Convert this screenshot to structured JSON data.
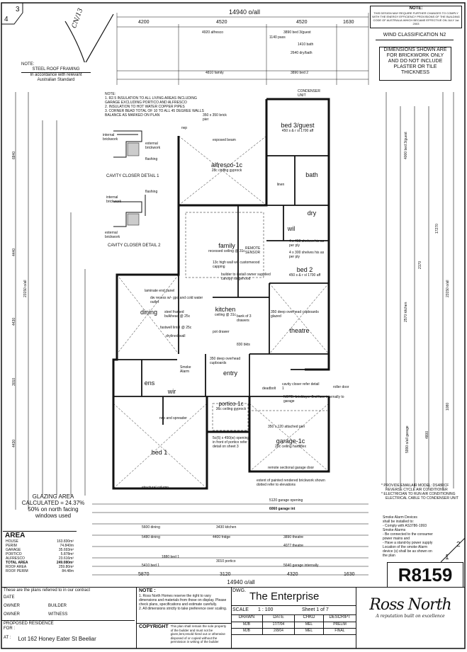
{
  "sheet_corner": {
    "left": "4",
    "right": "3"
  },
  "overall": {
    "top_width": "14940 o/all",
    "bottom_width": "14940 o/all",
    "left_height": "23150 o/all",
    "right_height": "23150 o/all",
    "right_mid": "17270"
  },
  "top_dims": [
    "4200",
    "4520",
    "4520",
    "1630"
  ],
  "top_labels": [
    "4920 alfresco",
    "3890 bed 3/guest",
    "2640 dry/bath",
    "4810 family",
    "3890 bed 2",
    "1410 bath",
    "1140 pass"
  ],
  "bottom_dims": [
    "5870",
    "3120",
    "4320",
    "1630"
  ],
  "bottom_labels": [
    "5120 garage opening",
    "6060 garage int",
    "5600 dining",
    "3430 kitchen",
    "5480 dining",
    "4400 fridge",
    "3890 theatre",
    "4077 theatre",
    "5410 bed 1",
    "3010 portico",
    "5640 garage internally",
    "1880 bed 1"
  ],
  "note_top": {
    "title": "NOTE:",
    "text": "THIS DESIGN MAY REQUIRE FURTHER CHANGES TO COMPLY WITH THE ENERGY EFFICIENCY PROVISIONS OF THE BUILDING CODE OF AUSTRALIA WHICH BECAME EFFECTIVE ON JULY 1st 2003"
  },
  "wind": "WIND CLASSIFICATION N2",
  "dims_note": [
    "DIMENSIONS SHOWN ARE",
    "FOR BRICKWORK ONLY",
    "AND DO NOT INCLUDE",
    "PLASTER OR TILE THICKNESS"
  ],
  "roof_note": {
    "title": "NOTE:",
    "line1": "STEEL ROOF FRAMING",
    "line2": "In accordance with relevant",
    "line3": "Australian Standard"
  },
  "insulation_note": {
    "title": "NOTE:",
    "items": [
      "1. R2.5 INSULATION TO ALL LIVING AREAS INCLUDING GARAGE EXCLUDING PORTICO AND ALFRESCO",
      "2. INSULATION TO HOT WATER COPPER PIPES",
      "3. CORNER BEAD TOTAL OF 10 TO ALL 45 DEGREE WALLS BALANCE AS MARKED ON PLAN"
    ]
  },
  "details": [
    {
      "title": "CAVITY CLOSER DETAIL 1",
      "labels": [
        "internal brickwork",
        "external brickwork",
        "flashing"
      ]
    },
    {
      "title": "CAVITY CLOSER DETAIL 2",
      "labels": [
        "internal brickwork",
        "flashing",
        "external brickwork"
      ]
    }
  ],
  "rooms": {
    "alfresco": {
      "name": "alfresco-1c",
      "sub": "28c ceiling gyprock"
    },
    "bed3": {
      "name": "bed 3/guest",
      "sub": "450 s & r sl 1700 aff"
    },
    "bath": {
      "name": "bath"
    },
    "ens": {
      "name": "ens"
    },
    "dry": {
      "name": "dry"
    },
    "wil": {
      "name": "wil"
    },
    "family": {
      "name": "family",
      "sub": "recessed ceiling @ 31c"
    },
    "bed2": {
      "name": "bed 2",
      "sub": "450 s & r sl 1700 aff"
    },
    "dining": {
      "name": "dining"
    },
    "kitchen": {
      "name": "kitchen",
      "sub": "ceiling @ 31c"
    },
    "theatre": {
      "name": "theatre"
    },
    "entry": {
      "name": "entry"
    },
    "bed1": {
      "name": "bed 1"
    },
    "wir": {
      "name": "wir"
    },
    "portico": {
      "name": "portico-1c",
      "sub": "36c ceiling gyprock"
    },
    "garage": {
      "name": "garage-1c",
      "sub": "28c ceiling hardiflex"
    }
  },
  "plan_labels": [
    "exposed beam",
    "350 x 350 brick pier",
    "rwp",
    "13c high wall w/- customwood capping",
    "builder to install owner supplied canopy rangehood",
    "laminate end panel",
    "dw recess w/- gpo and cold water outlet",
    "steel framed bulkhead @ 25c",
    "fastwell lintel @ 25c",
    "drylined wall",
    "350 deep overhead cupboards",
    "350 deep overhead cupboards glazed",
    "bank of 3 drawers",
    "pot drawer",
    "830 bkts",
    "Smoke Alarm",
    "REMOTE SENSOR",
    "deadbolt",
    "cavity closer refer detail 1",
    "NOTE: bricklayer 2nd face internally to garage",
    "roller door",
    "350 x 120 attached pier",
    "remote sectional garage door",
    "extent of painted rendered brickwork shown dotted refer to elevations",
    "structural column",
    "rwp and spreader",
    "5c(6) x 450(w) openings in front of portico refer detail on sheet 3",
    "4 x 450 shelves his as per ply",
    "4 x 300 shelves his as per ply",
    "CONDENSER UNIT",
    "linen"
  ],
  "glazing": {
    "title": "GLAZING AREA",
    "calc": "CALCULATED = 24.37%",
    "north": "50% on north facing",
    "windows": "windows used"
  },
  "area": {
    "title": "AREA",
    "rows": [
      {
        "label": "HOUSE",
        "value": "163.830m²"
      },
      {
        "label": "PERIM",
        "value": "74.840m"
      },
      {
        "label": "GARAGE",
        "value": "35.693m²"
      },
      {
        "label": "PORTICO",
        "value": "5.878m²"
      },
      {
        "label": "ALFRESCO",
        "value": "23.616m²"
      },
      {
        "label": "TOTAL AREA",
        "value": "249.080m²"
      },
      {
        "label": "ROOF AREA",
        "value": "259.80m²"
      },
      {
        "label": "ROOF PERIM",
        "value": "84.48m"
      }
    ]
  },
  "contract": {
    "heading": "These are the plans referred to in our contract",
    "date": "DATE",
    "owner1": "OWNER",
    "builder": "BUILDER",
    "owner2": "OWNER",
    "witness": "WITNESS"
  },
  "proposed": {
    "heading": "PROPOSED RESIDENCE",
    "for": "FOR :",
    "at": "AT :",
    "address": "Lot 162 Honey Eater St Beeliar"
  },
  "note_bottom": {
    "title": "NOTE :",
    "items": [
      "1. Ross North Homes reserve the right to vary dimensions and materials from those on display. Please check plans, specifications and estimate carefully.",
      "2. All dimensions strictly to take preference over scaling."
    ]
  },
  "copyright": {
    "title": "COPYRIGHT",
    "text": "This plan shall remain the sole property of the builder and must not be given,lent,resold hired out or otherwise disposed of or copied without the permission in writing of the builder"
  },
  "title_block": {
    "dwg_label": "DWG.",
    "dwg": "The Enterprise",
    "scale_label": "SCALE",
    "scale": "1 : 100",
    "sheet": "Sheet 1 of 7",
    "cols": [
      "DRAWN",
      "DATE",
      "CHKD",
      "DESCRIPT"
    ],
    "rows": [
      [
        "MJB",
        "17/7/04",
        "MEL",
        "PRELIM"
      ],
      [
        "MJB",
        "2/8/04",
        "MEL",
        "FINAL"
      ]
    ]
  },
  "plan_no": "R8159",
  "plan_corner": {
    "top": "2",
    "bottom": "1"
  },
  "brand": {
    "name": "Ross North",
    "tagline": "A reputation built on excellence"
  },
  "emailair": [
    "* PROVIDE EMAILAIR MODEL: DS48RCF",
    "REVERSE CYCLE AIR CONDITIONER",
    "* ELECTRICIAN TO RUN AIR CONDITIONING",
    "ELECTRICAL CABLE TO CONDENSER UNIT"
  ],
  "smoke": [
    "Smoke Alarm Devices",
    "shall be installed to:",
    "- Comply with AS3786-1993",
    "Smoke Alarms",
    "- Be connected to the consumer power mains and",
    "- Have a stand-by power supply",
    "Location of the smoke Alarm device (s) shall be as shown on the plan"
  ],
  "left_dims": [
    "6840",
    "4440",
    "4430",
    "3010",
    "4430"
  ],
  "right_dims": [
    "4000 bed 3/guest",
    "2170",
    "2570 kitchen",
    "5990 o/all garage",
    "4800",
    "1080"
  ],
  "annot": "CN/13"
}
